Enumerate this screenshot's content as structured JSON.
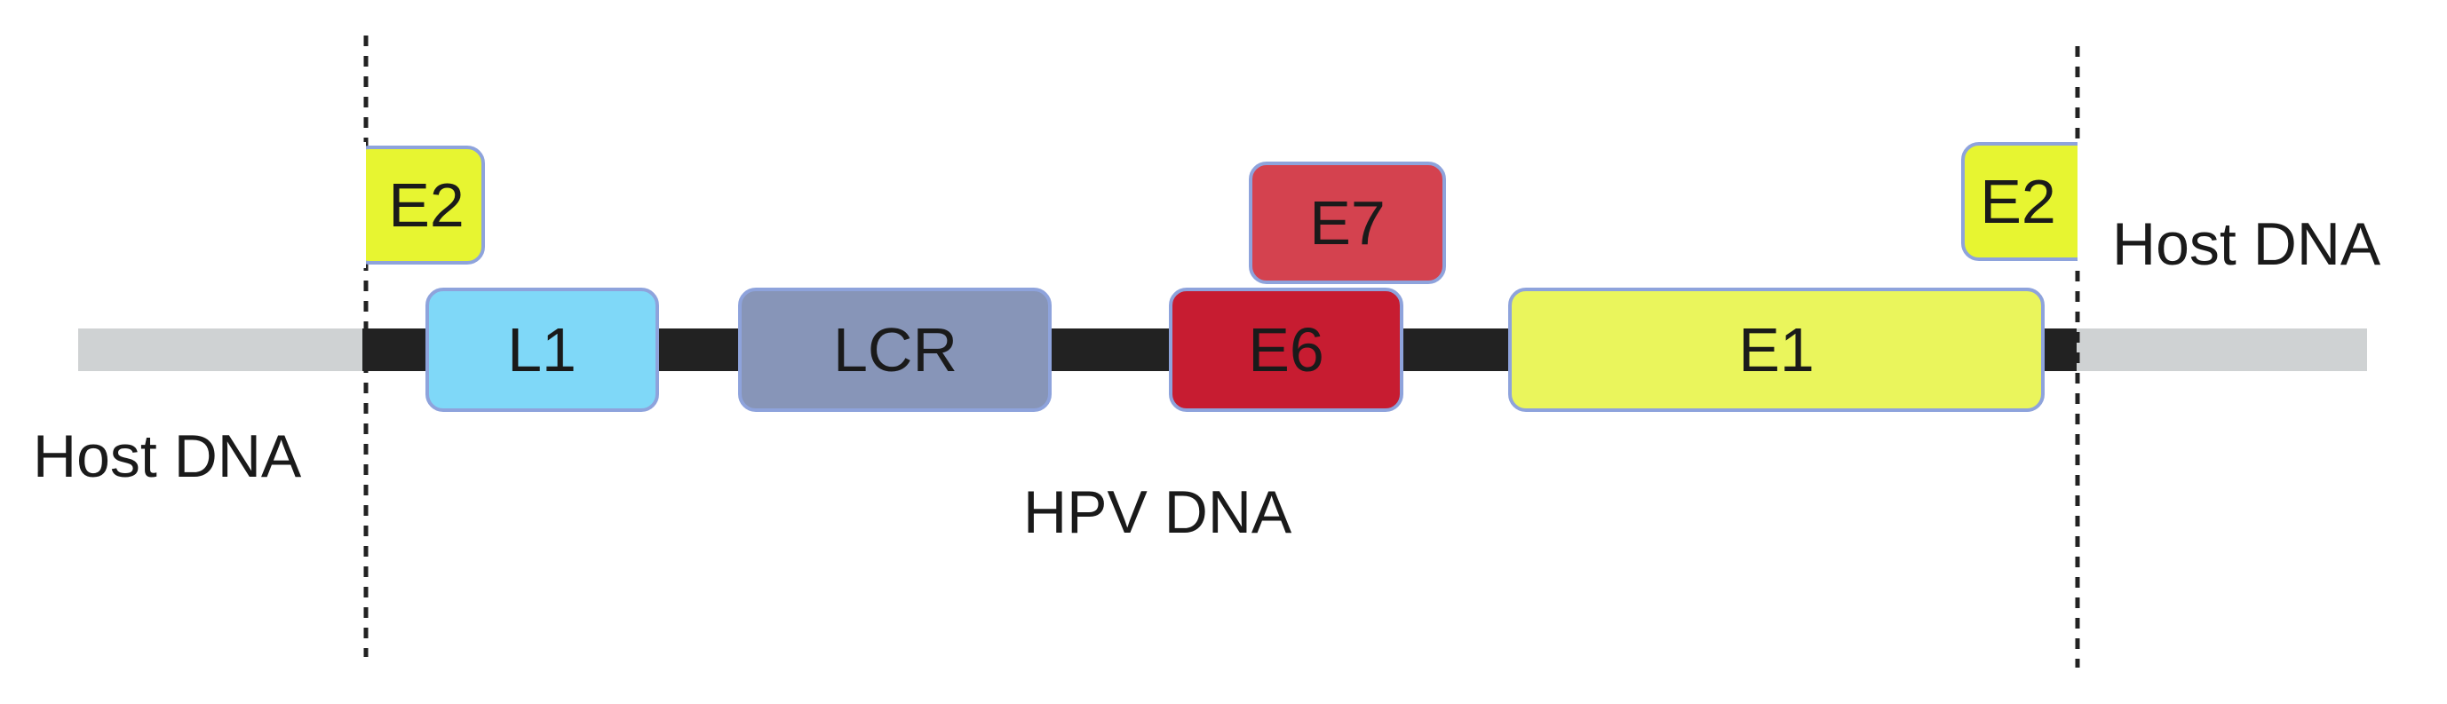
{
  "labels": {
    "host_dna_left": "Host DNA",
    "host_dna_right": "Host DNA",
    "hpv_dna": "HPV DNA"
  },
  "genes": {
    "e2_left": "E2",
    "e2_right": "E2",
    "l1": "L1",
    "lcr": "LCR",
    "e6": "E6",
    "e7": "E7",
    "e1": "E1"
  },
  "colors": {
    "host_strand": "#cfd2d3",
    "hpv_strand": "#222222",
    "box_border": "#8ea3dc",
    "e2": "#e7f531",
    "l1": "#7fd8f8",
    "lcr": "#8795b8",
    "e6": "#c71c31",
    "e7": "#d4424f",
    "e1": "#eaf55c",
    "text": "#1a1a1a"
  }
}
